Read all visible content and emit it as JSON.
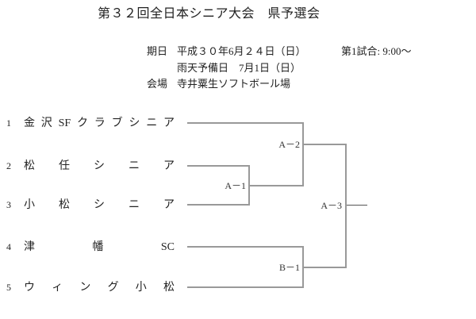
{
  "title": "第３２回全日本シニア大会　県予選会",
  "info": {
    "date_label": "期日",
    "date_value": "平成３０年6月２４日（日）",
    "first_game": "第1試合: 9:00～",
    "rain_date": "雨天予備日　7月1日（日）",
    "venue_label": "会場",
    "venue_value": "寺井粟生ソフトボール場"
  },
  "bracket": {
    "teams": [
      {
        "seed": "1",
        "name": "金沢SFクラブシニア"
      },
      {
        "seed": "2",
        "name": "松任シニア"
      },
      {
        "seed": "3",
        "name": "小松シニア"
      },
      {
        "seed": "4",
        "name": "津幡SC"
      },
      {
        "seed": "5",
        "name": "ウィング小松"
      }
    ],
    "matches": {
      "a1": "A－1",
      "a2": "A－2",
      "a3": "A－3",
      "b1": "B－1"
    }
  },
  "colors": {
    "line": "#999999",
    "final_line": "#555555",
    "text": "#222222"
  }
}
